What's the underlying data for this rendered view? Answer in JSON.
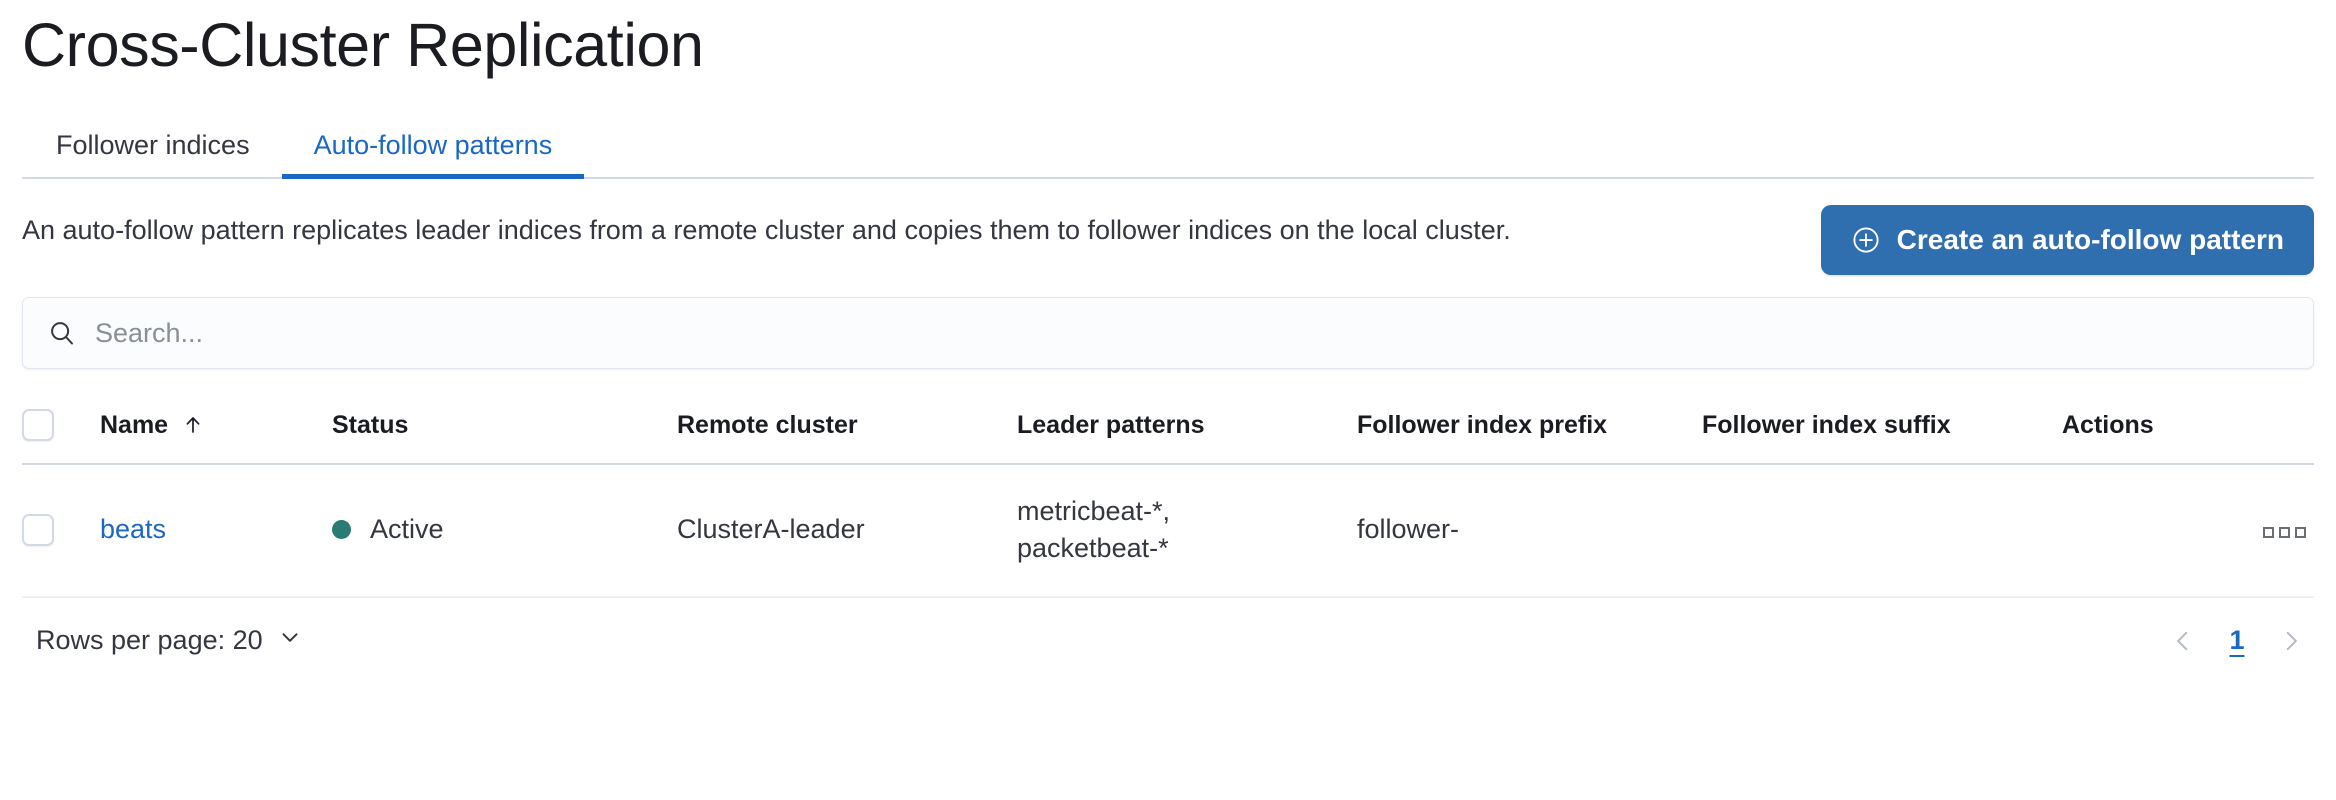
{
  "header": {
    "title": "Cross-Cluster Replication"
  },
  "tabs": [
    {
      "label": "Follower indices",
      "active": false
    },
    {
      "label": "Auto-follow patterns",
      "active": true
    }
  ],
  "intro": {
    "description": "An auto-follow pattern replicates leader indices from a remote cluster and copies them to follower indices on the local cluster.",
    "create_button_label": "Create an auto-follow pattern",
    "create_button_icon": "plus-in-circle-icon",
    "create_button_color": "#2f6fb0"
  },
  "search": {
    "placeholder": "Search...",
    "value": "",
    "icon": "search-icon"
  },
  "table": {
    "columns": [
      "Name",
      "Status",
      "Remote cluster",
      "Leader patterns",
      "Follower index prefix",
      "Follower index suffix",
      "Actions"
    ],
    "sort": {
      "column": "Name",
      "direction": "asc",
      "icon": "arrow-up-icon"
    },
    "rows": [
      {
        "selected": false,
        "name": "beats",
        "status": "Active",
        "status_color": "#2a7b74",
        "remote_cluster": "ClusterA-leader",
        "leader_patterns": "metricbeat-*,\npacketbeat-*",
        "follower_index_prefix": "follower-",
        "follower_index_suffix": "",
        "actions_icon": "more-actions-icon"
      }
    ]
  },
  "footer": {
    "rows_per_page_label": "Rows per page: 20",
    "rows_per_page_icon": "chevron-down-icon",
    "pagination": {
      "prev_icon": "chevron-left-icon",
      "next_icon": "chevron-right-icon",
      "pages": [
        "1"
      ],
      "current": "1"
    }
  }
}
